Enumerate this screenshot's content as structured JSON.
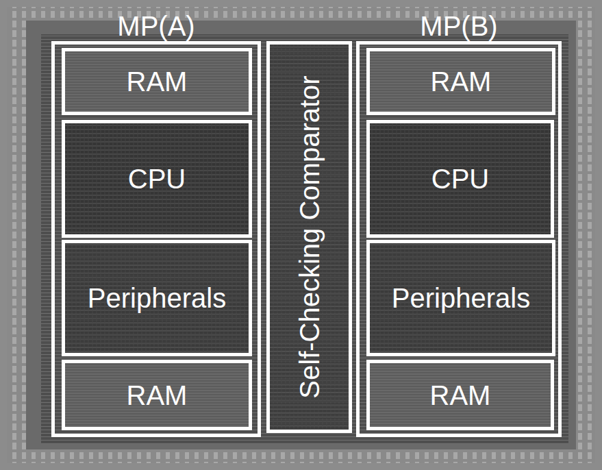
{
  "diagram": {
    "nodes": [
      {
        "text": [
          "MP(A)"
        ]
      },
      {
        "text": [
          "RAM"
        ],
        "in": 0
      },
      {
        "text": [
          "CPU"
        ],
        "in": 0
      },
      {
        "text": [
          "Peripherals"
        ],
        "in": 0
      },
      {
        "text": [
          "RAM"
        ],
        "in": 0
      },
      {
        "text": [
          "Self-Checking Comparator"
        ]
      },
      {
        "text": [
          "MP(B)"
        ]
      },
      {
        "text": [
          "RAM"
        ],
        "in": 6
      },
      {
        "text": [
          "CPU"
        ],
        "in": 6
      },
      {
        "text": [
          "Peripherals"
        ],
        "in": 6
      },
      {
        "text": [
          "RAM"
        ],
        "in": 6
      }
    ]
  }
}
